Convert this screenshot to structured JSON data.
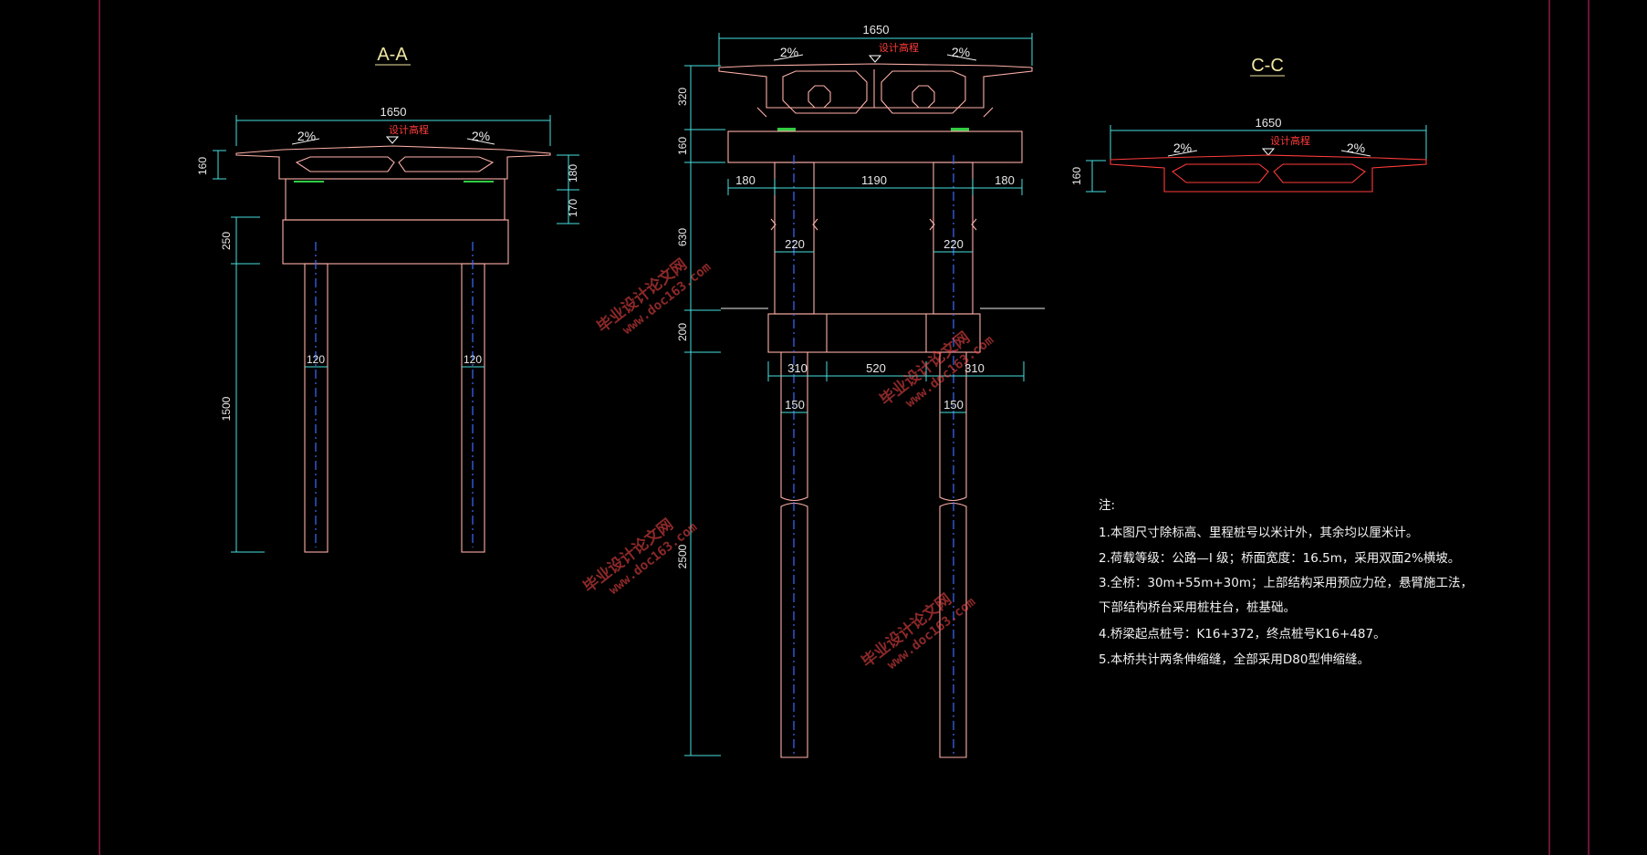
{
  "sections": {
    "aa_title": "A-A",
    "cc_title": "C-C"
  },
  "labels": {
    "design_elevation": "设计高程",
    "slope": "2%"
  },
  "dims_aa": {
    "top_width": "1650",
    "deck_h": "160",
    "cap_h": "250",
    "pile_len": "1500",
    "right_top": "180",
    "right_bot": "170",
    "pile_left": "120",
    "pile_right": "120"
  },
  "dims_b": {
    "top_width": "1650",
    "girder_h": "320",
    "cap_h": "160",
    "cap_left": "180",
    "cap_mid": "1190",
    "cap_right": "180",
    "col_h": "630",
    "col_left": "220",
    "col_right": "220",
    "footing_h": "200",
    "foot_left": "310",
    "foot_mid": "520",
    "foot_right": "310",
    "pile_left": "150",
    "pile_right": "150",
    "pile_len": "2500"
  },
  "dims_cc": {
    "top_width": "1650",
    "deck_h": "160"
  },
  "notes": [
    "注:",
    "1.本图尺寸除标高、里程桩号以米计外，其余均以厘米计。",
    "2.荷载等级：公路—I 级；桥面宽度：16.5m，采用双面2%横坡。",
    "3.全桥：30m+55m+30m；上部结构采用预应力砼，悬臂施工法，",
    "下部结构桥台采用桩柱台，桩基础。",
    "4.桥梁起点桩号：K16+372，终点桩号K16+487。",
    "5.本桥共计两条伸缩缝，全部采用D80型伸缩缝。"
  ],
  "watermark": {
    "cn": "毕业设计论文网",
    "url": "www.doc163.com"
  },
  "colors": {
    "border": "#b0205a",
    "structure": "#ffb0a8",
    "dimension": "#48e0e0",
    "centerline": "#3c6cff",
    "red": "#ff3b3b",
    "green": "#33cc44"
  }
}
